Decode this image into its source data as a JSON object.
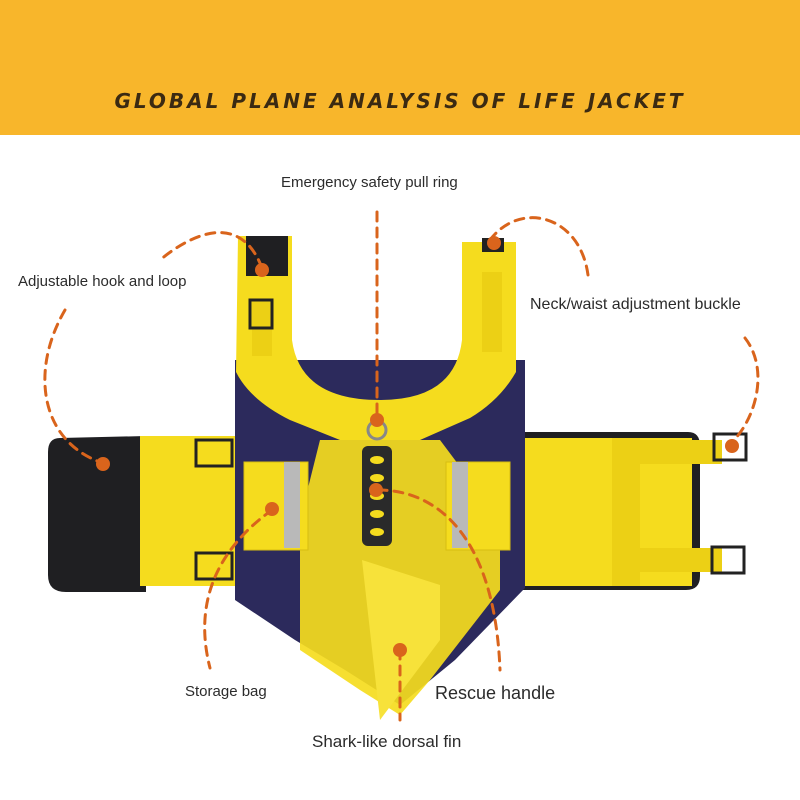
{
  "banner": {
    "title": "GLOBAL PLANE ANALYSIS OF LIFE JACKET",
    "color": "#f8b62b"
  },
  "colors": {
    "jacket_yellow": "#f5dc1e",
    "jacket_navy": "#2c2a5c",
    "belt_black": "#1f1f22",
    "callout_orange": "#d9641c"
  },
  "callouts": [
    {
      "id": "emergency-pull-ring",
      "label": "Emergency safety pull ring"
    },
    {
      "id": "adjustable-hook-loop",
      "label": "Adjustable hook and loop"
    },
    {
      "id": "neck-waist-buckle",
      "label": "Neck/waist adjustment buckle"
    },
    {
      "id": "storage-bag",
      "label": "Storage bag"
    },
    {
      "id": "rescue-handle",
      "label": "Rescue handle"
    },
    {
      "id": "dorsal-fin",
      "label": "Shark-like dorsal fin"
    }
  ]
}
